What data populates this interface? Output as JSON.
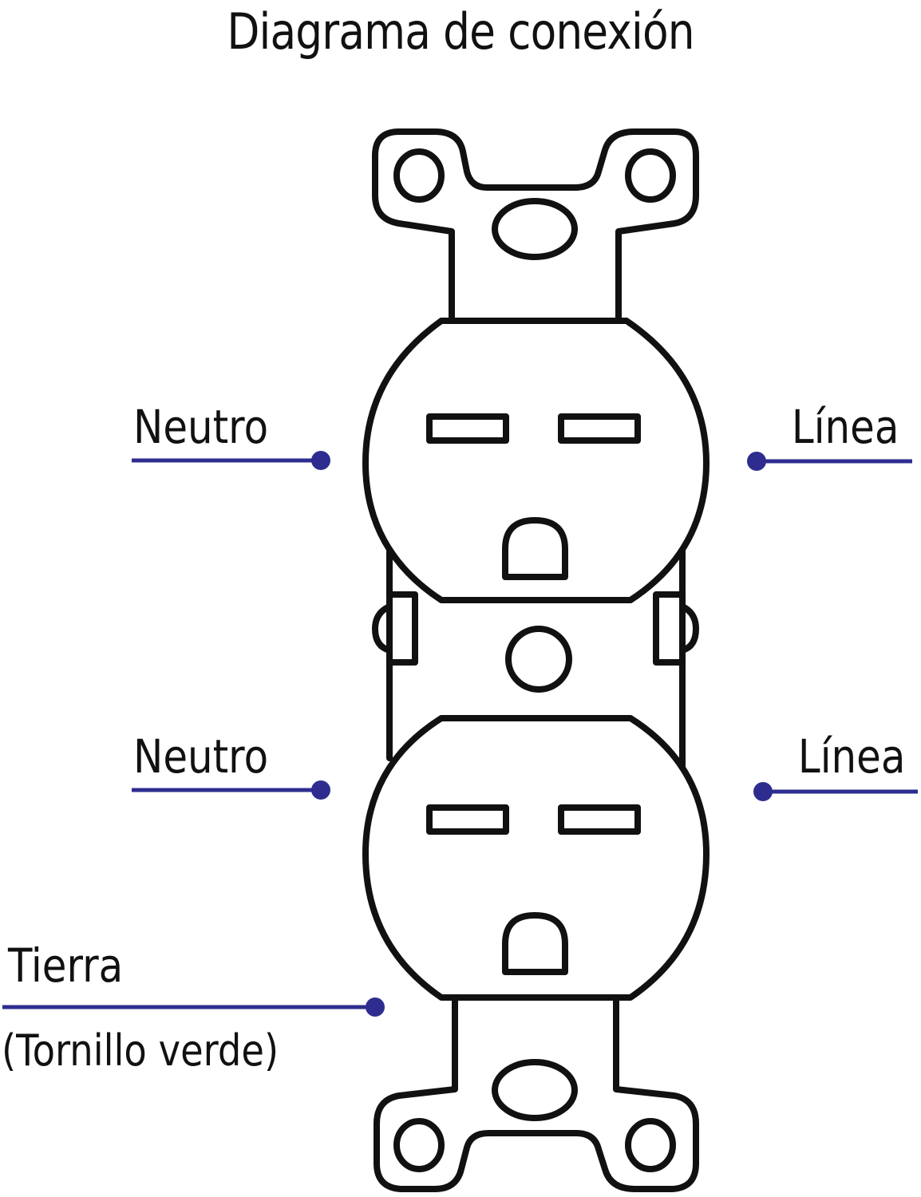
{
  "title": "Diagrama de conexión",
  "labels": {
    "upper_left": "Neutro",
    "upper_right": "Línea",
    "lower_left": "Neutro",
    "lower_right": "Línea",
    "ground": "Tierra",
    "ground_note": "(Tornillo verde)"
  },
  "colors": {
    "outline": "#111111",
    "leader_line": "#2e2d8f",
    "background": "#ffffff"
  }
}
